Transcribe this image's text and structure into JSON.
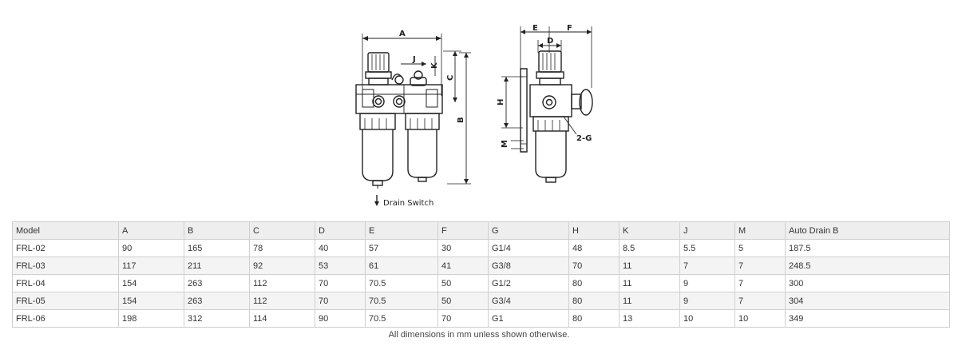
{
  "drawing": {
    "left_view_labels": [
      "A",
      "J",
      "K",
      "C",
      "B"
    ],
    "right_view_labels": [
      "E",
      "F",
      "D",
      "H",
      "M",
      "2-G"
    ],
    "drain_caption": "Drain Switch",
    "drain_arrow_icon": "down-arrow-icon"
  },
  "table": {
    "headers": [
      "Model",
      "A",
      "B",
      "C",
      "D",
      "E",
      "F",
      "G",
      "H",
      "K",
      "J",
      "M",
      "Auto Drain B"
    ],
    "rows": [
      [
        "FRL-02",
        "90",
        "165",
        "78",
        "40",
        "57",
        "30",
        "G1/4",
        "48",
        "8.5",
        "5.5",
        "5",
        "187.5"
      ],
      [
        "FRL-03",
        "117",
        "211",
        "92",
        "53",
        "61",
        "41",
        "G3/8",
        "70",
        "11",
        "7",
        "7",
        "248.5"
      ],
      [
        "FRL-04",
        "154",
        "263",
        "112",
        "70",
        "70.5",
        "50",
        "G1/2",
        "80",
        "11",
        "9",
        "7",
        "300"
      ],
      [
        "FRL-05",
        "154",
        "263",
        "112",
        "70",
        "70.5",
        "50",
        "G3/4",
        "80",
        "11",
        "9",
        "7",
        "304"
      ],
      [
        "FRL-06",
        "198",
        "312",
        "114",
        "90",
        "70.5",
        "70",
        "G1",
        "80",
        "13",
        "10",
        "10",
        "349"
      ]
    ]
  },
  "footnote": "All dimensions in mm unless shown otherwise."
}
